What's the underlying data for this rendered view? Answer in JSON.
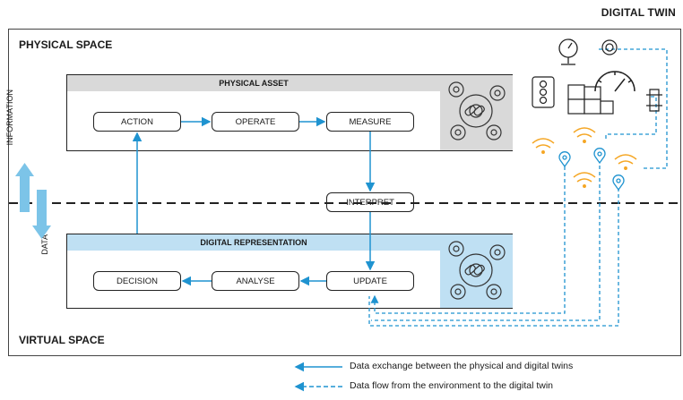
{
  "title": "DIGITAL TWIN",
  "physical_space": "PHYSICAL SPACE",
  "virtual_space": "VIRTUAL SPACE",
  "physical_asset": {
    "header": "PHYSICAL ASSET",
    "nodes": [
      "ACTION",
      "OPERATE",
      "MEASURE"
    ]
  },
  "interpret": "INTERPRET",
  "digital_representation": {
    "header": "DIGITAL REPRESENTATION",
    "nodes": [
      "DECISION",
      "ANALYSE",
      "UPDATE"
    ]
  },
  "side_labels": {
    "information": "INFORMATION",
    "data": "DATA"
  },
  "legend": {
    "solid": "Data exchange between the physical and digital twins",
    "dashed": "Data flow from the environment to the digital twin"
  },
  "colors": {
    "flow_blue": "#1f93d0",
    "arrow_light_blue": "#7cc4e8",
    "header_gray": "#d9d9d9",
    "header_blue": "#bfe0f3",
    "wifi_orange": "#f5a623"
  },
  "icons": [
    "gear-chain-icon",
    "stopwatch-icon",
    "pressure-gauge-icon",
    "traffic-light-icon",
    "boxes-icon",
    "speedometer-icon",
    "pulley-icon",
    "wifi-signal-icon",
    "location-pin-icon"
  ]
}
